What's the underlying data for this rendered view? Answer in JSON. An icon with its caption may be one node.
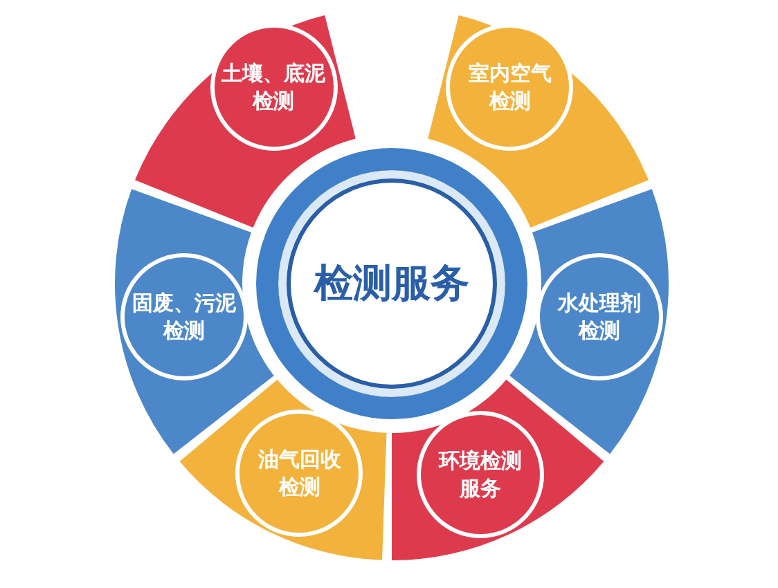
{
  "diagram": {
    "nodes": [
      {
        "text": [
          "土壤、底泥检测"
        ]
      },
      {
        "text": [
          "室内空气检测"
        ]
      },
      {
        "text": [
          "检测服务"
        ]
      },
      {
        "text": [
          "固废、污泥检测"
        ]
      },
      {
        "text": [
          "水处理剂检测"
        ]
      },
      {
        "text": [
          "油气回收检测"
        ]
      },
      {
        "text": [
          "环境检测服务"
        ]
      }
    ]
  }
}
